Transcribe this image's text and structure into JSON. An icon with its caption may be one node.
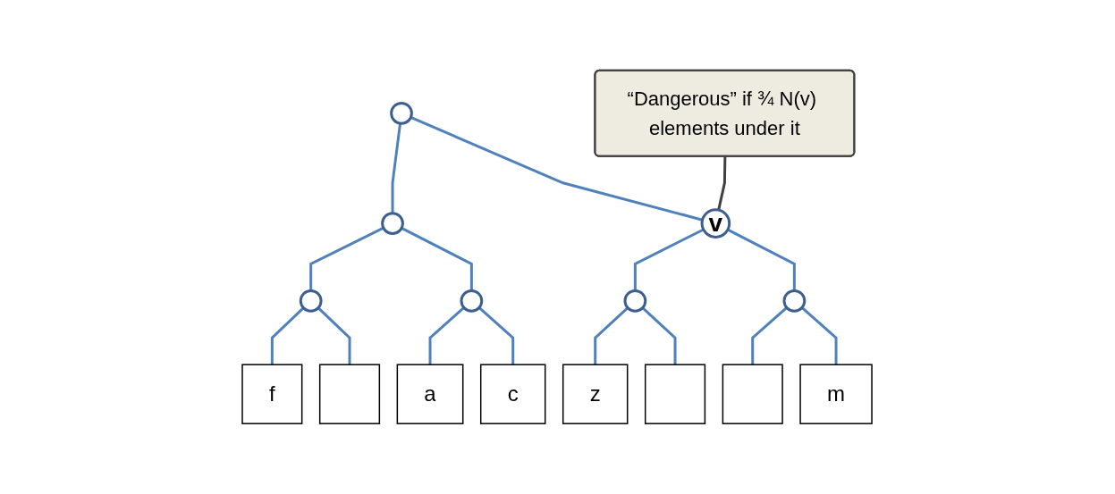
{
  "diagram": {
    "nodes": [
      {
        "text": [],
        "shape": "circle"
      },
      {
        "text": [],
        "shape": "circle"
      },
      {
        "text": [
          "v"
        ]
      },
      {
        "text": [],
        "shape": "circle"
      },
      {
        "text": [],
        "shape": "circle"
      },
      {
        "text": [],
        "shape": "circle"
      },
      {
        "text": [],
        "shape": "circle"
      },
      {
        "text": [
          "f"
        ]
      },
      {
        "text": [],
        "shape": "box"
      },
      {
        "text": [
          "a"
        ]
      },
      {
        "text": [
          "c"
        ]
      },
      {
        "text": [
          "z"
        ]
      },
      {
        "text": [],
        "shape": "box"
      },
      {
        "text": [],
        "shape": "box"
      },
      {
        "text": [
          "m"
        ]
      },
      {
        "text": [
          "“Dangerous” if ¾ N(v) elements under it"
        ]
      }
    ],
    "edges": [
      {
        "from": 0,
        "to": 1,
        "arrow": "none"
      },
      {
        "from": 0,
        "to": 2,
        "arrow": "none"
      },
      {
        "from": 1,
        "to": 3,
        "arrow": "none"
      },
      {
        "from": 1,
        "to": 4,
        "arrow": "none"
      },
      {
        "from": 2,
        "to": 5,
        "arrow": "none"
      },
      {
        "from": 2,
        "to": 6,
        "arrow": "none"
      },
      {
        "from": 3,
        "to": 7,
        "arrow": "none"
      },
      {
        "from": 3,
        "to": 8,
        "arrow": "none"
      },
      {
        "from": 4,
        "to": 9,
        "arrow": "none"
      },
      {
        "from": 4,
        "to": 10,
        "arrow": "none"
      },
      {
        "from": 5,
        "to": 11,
        "arrow": "none"
      },
      {
        "from": 5,
        "to": 12,
        "arrow": "none"
      },
      {
        "from": 6,
        "to": 13,
        "arrow": "none"
      },
      {
        "from": 6,
        "to": 14,
        "arrow": "none"
      },
      {
        "from": 15,
        "to": 2,
        "arrow": "none",
        "color": "#404040"
      }
    ]
  }
}
